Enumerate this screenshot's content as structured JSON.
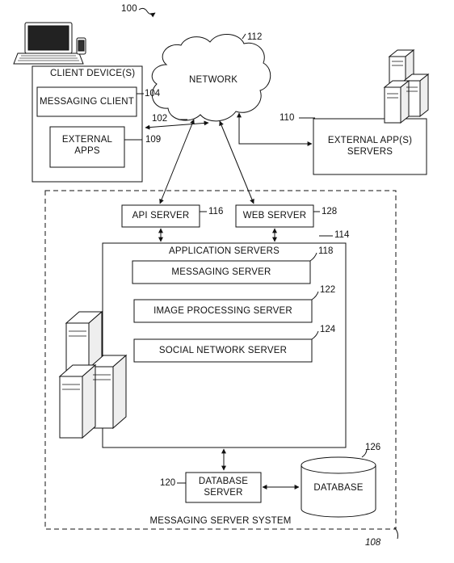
{
  "figure_number": "100",
  "client": {
    "title": "CLIENT DEVICE(S)",
    "ref": "102"
  },
  "messaging_client": {
    "label": "MESSAGING CLIENT",
    "ref": "104"
  },
  "external_apps": {
    "line1": "EXTERNAL",
    "line2": "APPS",
    "ref": "109"
  },
  "network": {
    "label": "NETWORK",
    "ref": "112"
  },
  "external_app_servers": {
    "line1": "EXTERNAL APP(S)",
    "line2": "SERVERS",
    "ref": "110"
  },
  "api_server": {
    "label": "API SERVER",
    "ref": "116"
  },
  "web_server": {
    "label": "WEB SERVER",
    "ref": "128"
  },
  "application_servers": {
    "label": "APPLICATION SERVERS",
    "ref": "114"
  },
  "messaging_server": {
    "label": "MESSAGING SERVER",
    "ref": "118"
  },
  "image_processing_server": {
    "label": "IMAGE PROCESSING SERVER",
    "ref": "122"
  },
  "social_network_server": {
    "label": "SOCIAL NETWORK SERVER",
    "ref": "124"
  },
  "database_server": {
    "line1": "DATABASE",
    "line2": "SERVER",
    "ref": "120"
  },
  "database": {
    "label": "DATABASE",
    "ref": "126"
  },
  "messaging_server_system": {
    "label": "MESSAGING SERVER SYSTEM",
    "ref": "108"
  }
}
